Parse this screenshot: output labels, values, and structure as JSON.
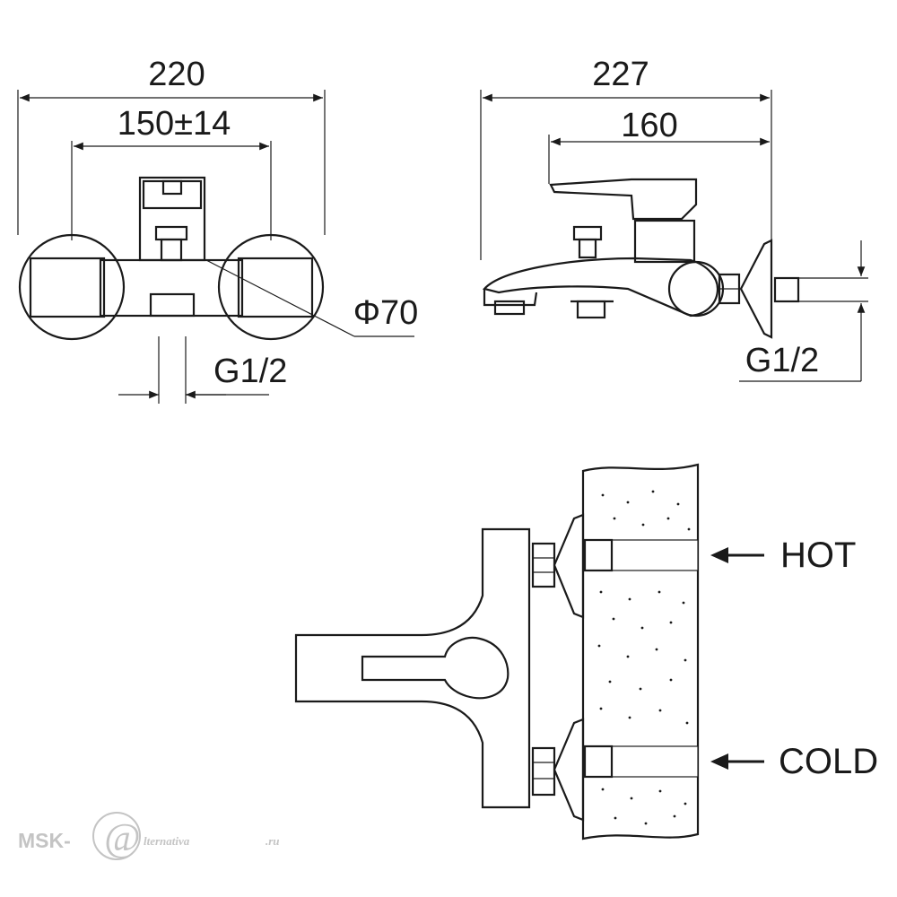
{
  "front_view": {
    "width_overall": "220",
    "width_adjust": "150±14",
    "diameter": "Φ70",
    "thread": "G1/2"
  },
  "side_view": {
    "depth_overall": "227",
    "depth_spout": "160",
    "thread": "G1/2"
  },
  "install_view": {
    "hot_label": "HOT",
    "cold_label": "COLD"
  },
  "watermark": {
    "brand_left": "MSK-",
    "brand_right": "lternativa",
    "brand_tld": ".ru"
  },
  "colors": {
    "line": "#1a1a1a",
    "background": "#ffffff",
    "watermark": "#c4c4c4"
  }
}
